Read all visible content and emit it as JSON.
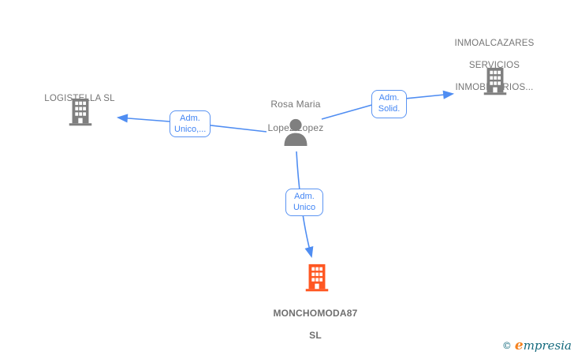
{
  "diagram": {
    "type": "corporate-relationship-graph",
    "background": "#ffffff",
    "colors": {
      "edge_blue": "#4f8df2",
      "edge_label_text": "#4285f4",
      "edge_label_border": "#5b94f2",
      "node_text_gray": "#757575",
      "building_gray": "#7f7f7f",
      "target_orange": "#ff5722"
    },
    "nodes": {
      "person": {
        "line1": "Rosa Maria",
        "line2": "Lopez Lopez",
        "icon": "person-icon"
      },
      "left_company": {
        "line1": "LOGISTELLA  SL",
        "icon": "building-icon"
      },
      "right_company": {
        "line1": "INMOALCAZARES",
        "line2": "SERVICIOS",
        "line3": "INMOBILIARIOS...",
        "icon": "building-icon"
      },
      "bottom_company": {
        "line1": "MONCHOMODA87",
        "line2": "SL",
        "icon": "building-icon-orange"
      }
    },
    "edges": {
      "left": {
        "line1": "Adm.",
        "line2": "Unico,..."
      },
      "right": {
        "line1": "Adm.",
        "line2": "Solid."
      },
      "bottom": {
        "line1": "Adm.",
        "line2": "Unico"
      }
    },
    "footer": {
      "copyright": "©",
      "brand_first_letter": "e",
      "brand_rest": "mpresia"
    }
  }
}
